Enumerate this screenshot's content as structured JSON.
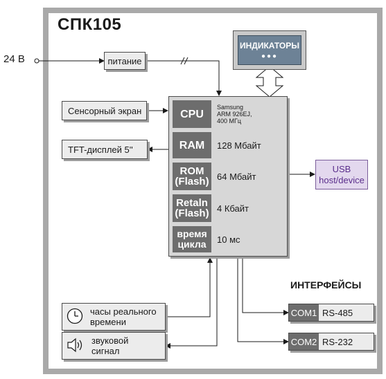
{
  "title": "СПК105",
  "external": {
    "power_in": "24 В"
  },
  "power": "питание",
  "indicators": {
    "label": "ИНДИКАТОРЫ",
    "dots": "●●●"
  },
  "touch": "Сенсорный экран",
  "display": "TFT-дисплей 5''",
  "cpu": {
    "rows": [
      {
        "head": "CPU",
        "value_lines": [
          "Samsung",
          "ARM 926EJ,",
          "400 МГц"
        ]
      },
      {
        "head": "RAM",
        "value": "128 Мбайт"
      },
      {
        "head": "ROM (Flash)",
        "head_lines": [
          "ROM",
          "(Flash)"
        ],
        "value": "64 Мбайт"
      },
      {
        "head": "Retaln (Flash)",
        "head_lines": [
          "Retaln",
          "(Flash)"
        ],
        "value": "4 Кбайт"
      },
      {
        "head": "время цикла",
        "head_lines": [
          "время",
          "цикла"
        ],
        "value": "10 мс"
      }
    ]
  },
  "usb": {
    "line1": "USB",
    "line2": "host/device"
  },
  "interfaces": {
    "title": "ИНТЕРФЕЙСЫ",
    "ports": [
      {
        "name": "COM1",
        "type": "RS-485"
      },
      {
        "name": "COM2",
        "type": "RS-232"
      }
    ]
  },
  "clock": {
    "line1": "часы реального",
    "line2": "времени",
    "icon": "clock-icon"
  },
  "sound": {
    "line1": "звуковой",
    "line2": "сигнал",
    "icon": "speaker-icon"
  },
  "colors": {
    "frame": "#a9a9a9",
    "head": "#6d6d6d",
    "body": "#d7d7d7",
    "usb": "#e3d8ee",
    "indicator": "#6d8296"
  }
}
